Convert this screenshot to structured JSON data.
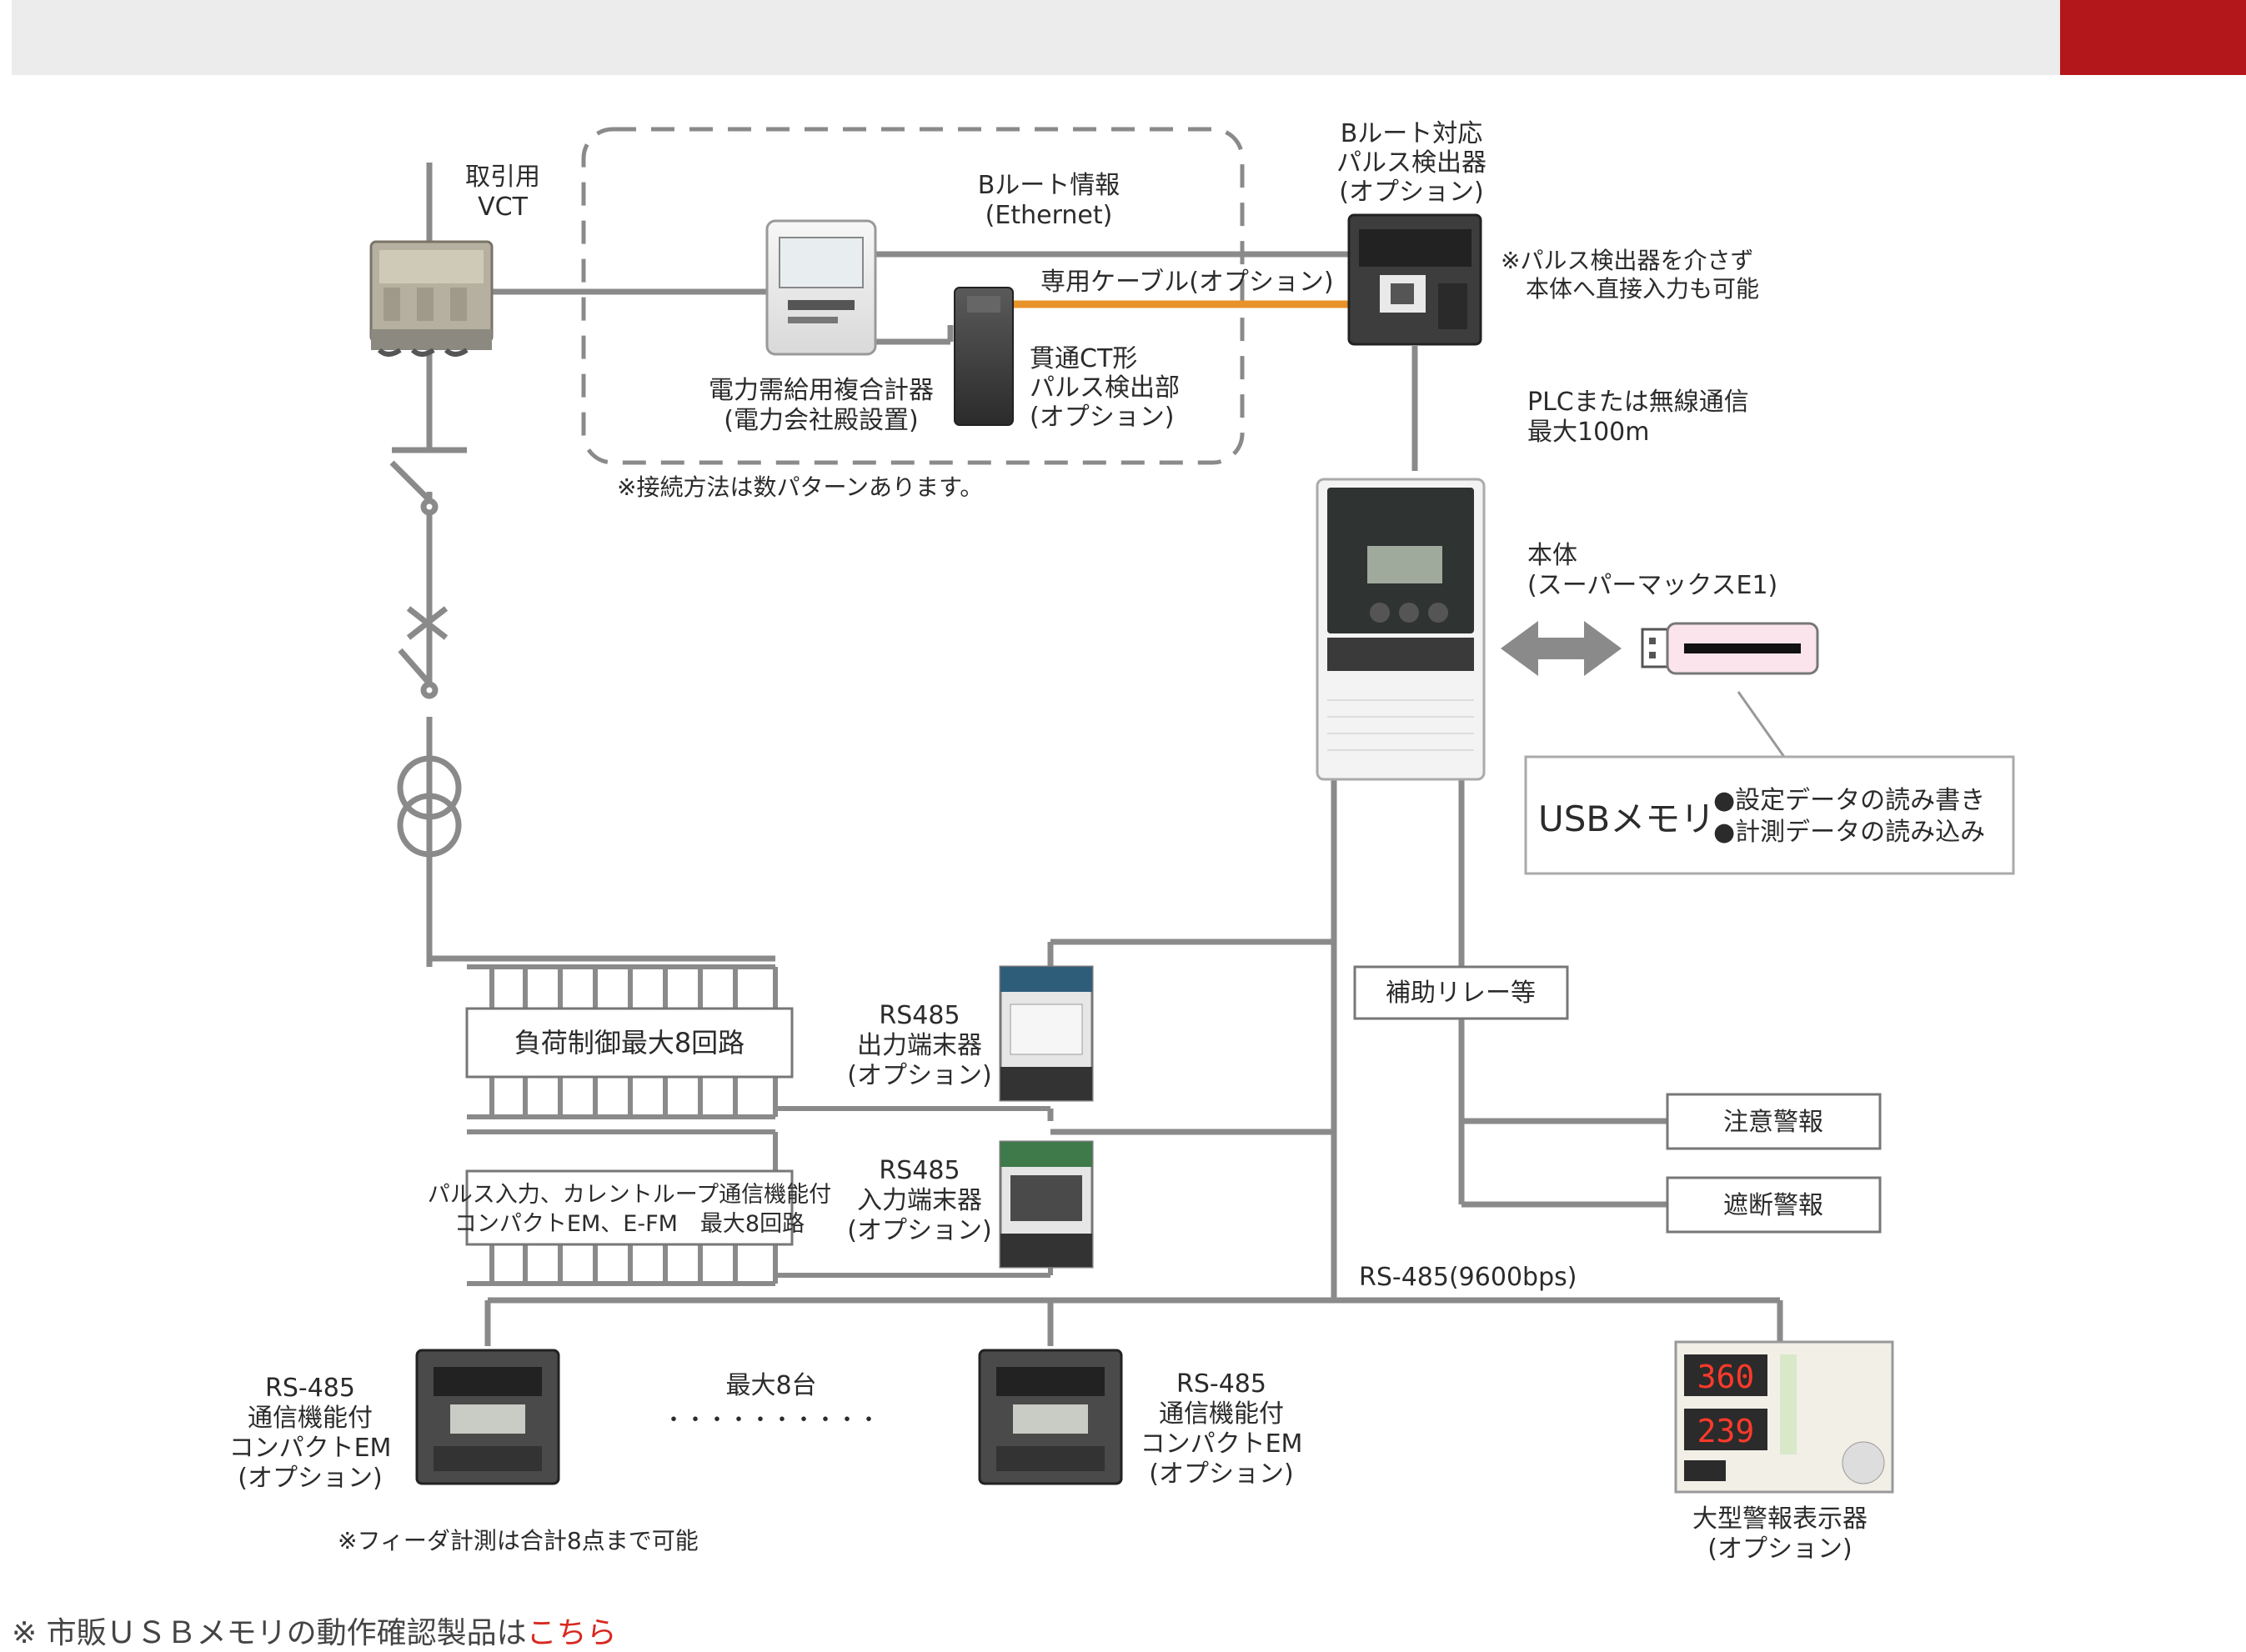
{
  "header": {
    "accent_color": "#b3161b",
    "bar_color": "#ececec"
  },
  "labels": {
    "vct": [
      "取引用",
      "VCT"
    ],
    "broute_info": [
      "Bルート情報",
      "(Ethernet)"
    ],
    "broute_detector": [
      "Bルート対応",
      "パルス検出器",
      "(オプション)"
    ],
    "dedicated_cable": "専用ケーブル(オプション)",
    "pulse_note": [
      "※パルス検出器を介さず",
      "本体へ直接入力も可能"
    ],
    "meter": [
      "電力需給用複合計器",
      "(電力会社殿設置)"
    ],
    "ct_detector": [
      "貫通CT形",
      "パルス検出部",
      "(オプション)"
    ],
    "connection_note": "※接続方法は数パターンあります。",
    "plc": [
      "PLCまたは無線通信",
      "最大100m"
    ],
    "main_unit": [
      "本体",
      "(スーパーマックスE1)"
    ],
    "usb_title": "USBメモリ",
    "usb_items": [
      "●設定データの読み書き",
      "●計測データの読み込み"
    ],
    "load_control": "負荷制御最大8回路",
    "rs485_output": [
      "RS485",
      "出力端末器",
      "(オプション)"
    ],
    "aux_relay": "補助リレー等",
    "caution_alarm": "注意警報",
    "cutoff_alarm": "遮断警報",
    "pulse_input": [
      "パルス入力、カレントループ通信機能付",
      "コンパクトEM、E-FM　最大8回路"
    ],
    "rs485_input": [
      "RS485",
      "入力端末器",
      "(オプション)"
    ],
    "rs485_bus": "RS-485(9600bps)",
    "em_left": [
      "RS-485",
      "通信機能付",
      "コンパクトEM",
      "(オプション)"
    ],
    "max_units": "最大8台",
    "ellipsis": "・・・・・・・・・・",
    "em_right": [
      "RS-485",
      "通信機能付",
      "コンパクトEM",
      "(オプション)"
    ],
    "feeder_note": "※フィーダ計測は合計8点まで可能",
    "alarm_display": [
      "大型警報表示器",
      "(オプション)"
    ],
    "alarm_display_values": [
      "360",
      "239"
    ]
  },
  "footer": {
    "note": "※ 市販ＵＳＢメモリの動作確認製品は",
    "link": "こちら"
  },
  "colors": {
    "cable": "#e8922a",
    "wire": "#8a8a8a",
    "link": "#d8281f"
  }
}
